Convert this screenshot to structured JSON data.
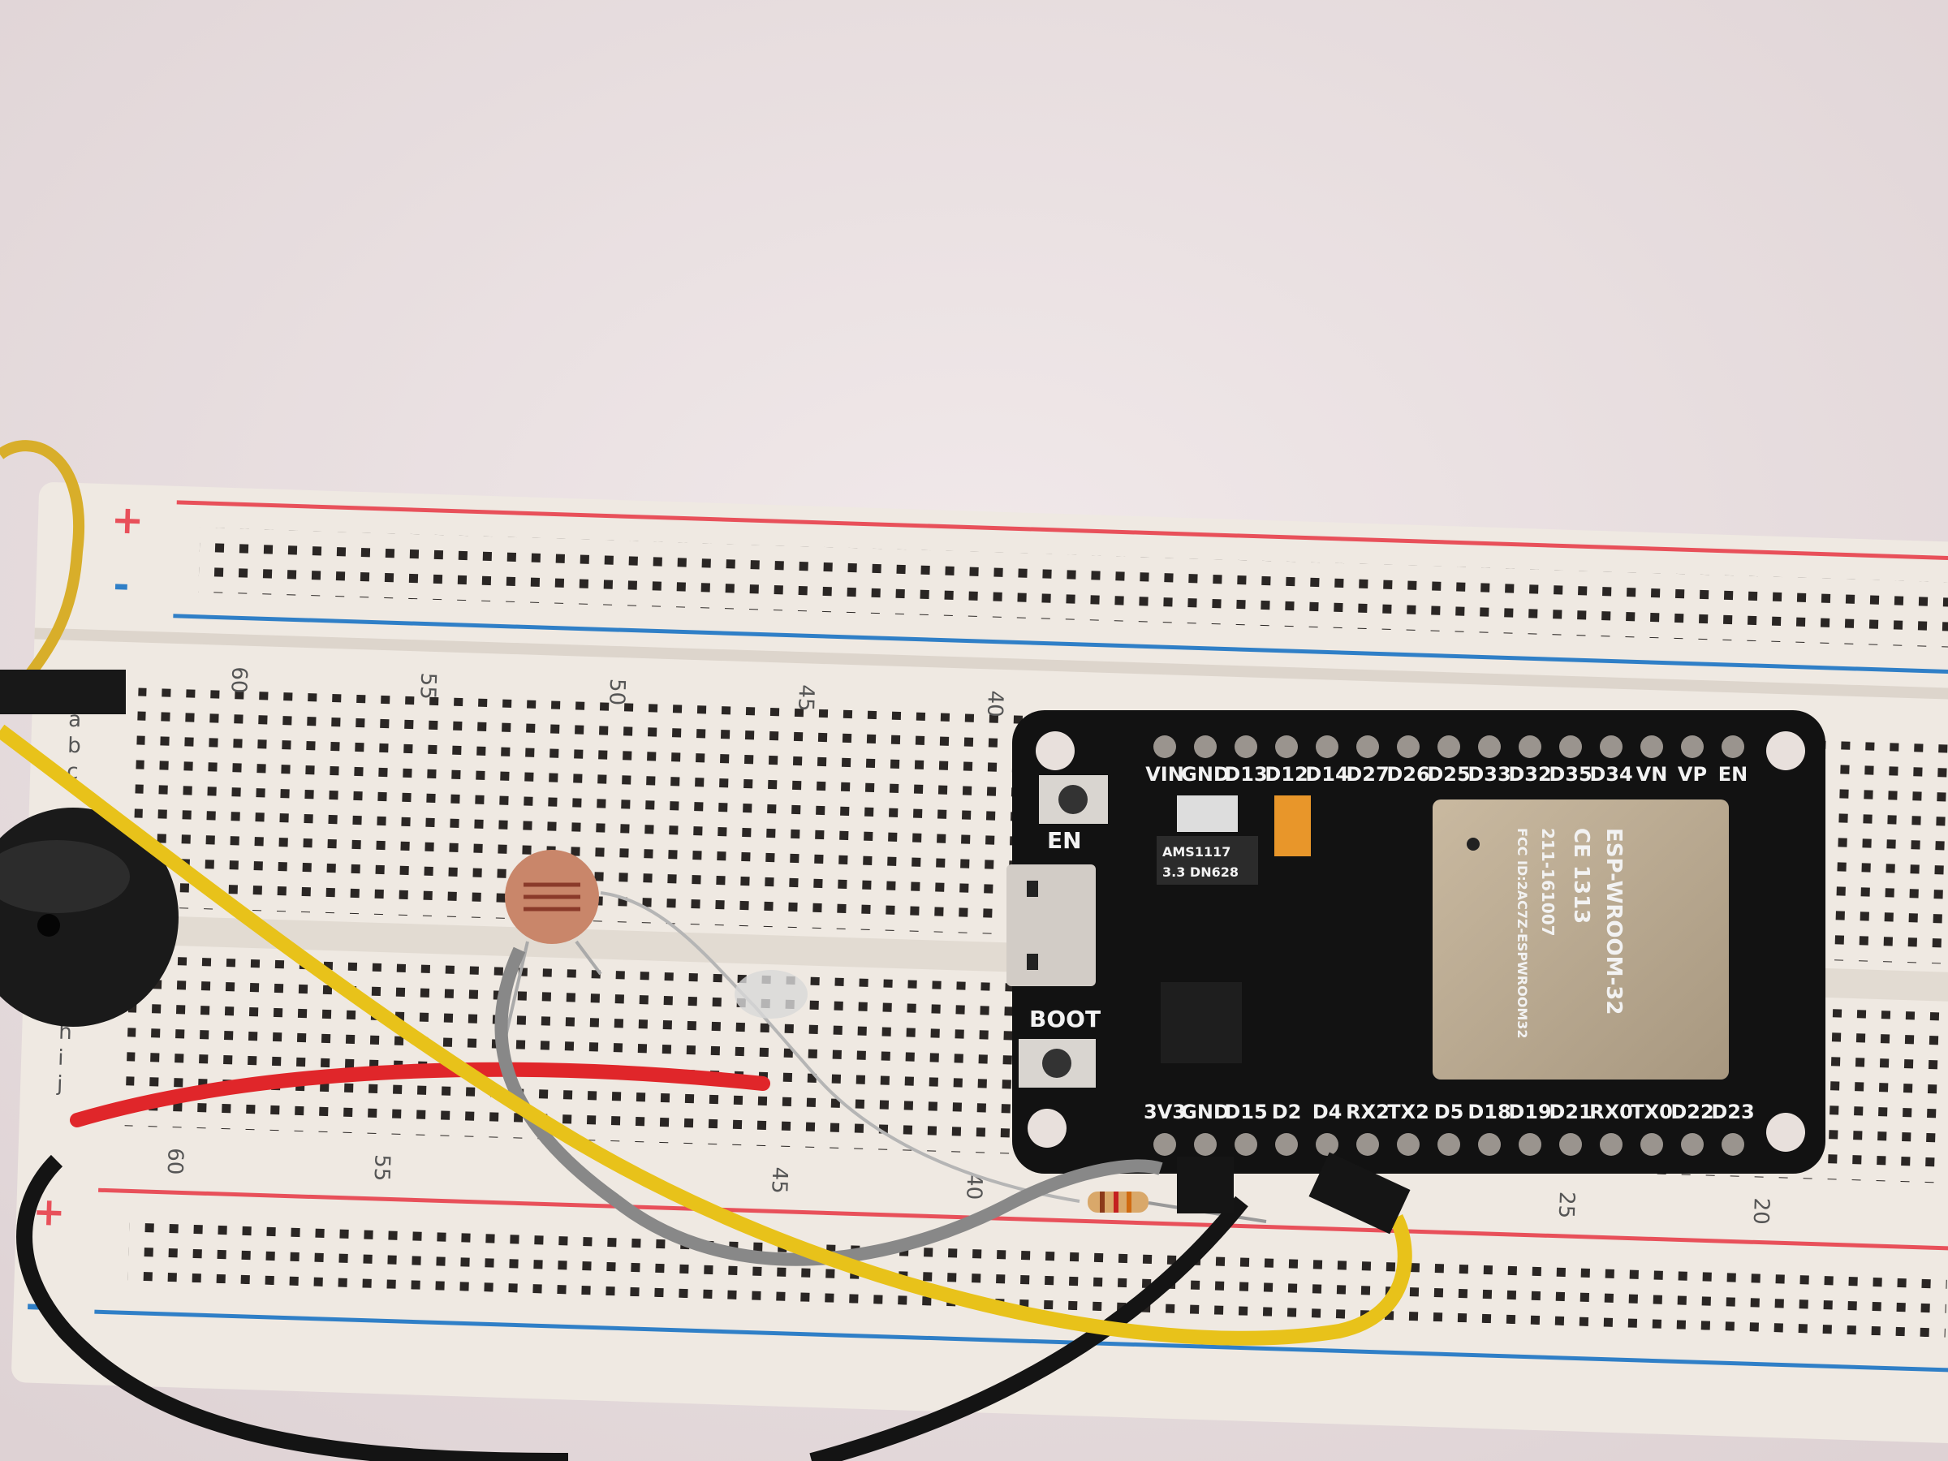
{
  "colors": {
    "table": "#e9dfe1",
    "breadboard": "#efe9e2",
    "rail_red": "#e8505a",
    "rail_blue": "#2f7fc7",
    "pcb": "#121212",
    "wire_yellow": "#e8c21a",
    "wire_red": "#e0262a",
    "wire_gray": "#8a8a8a",
    "wire_black": "#151515"
  },
  "breadboard": {
    "rail_top": {
      "plus": "+",
      "minus": "-"
    },
    "rail_bottom": {
      "plus": "+",
      "minus": "-"
    },
    "top_column_numbers": [
      "60",
      "55",
      "50",
      "45",
      "40"
    ],
    "bottom_column_numbers": [
      "60",
      "55",
      "45",
      "40",
      "25",
      "20"
    ],
    "row_letters_top": [
      "a",
      "b",
      "c"
    ],
    "row_letters_bottom": [
      "h",
      "i",
      "j"
    ]
  },
  "esp32_board": {
    "top_pins": [
      "VIN",
      "GND",
      "D13",
      "D12",
      "D14",
      "D27",
      "D26",
      "D25",
      "D33",
      "D32",
      "D35",
      "D34",
      "VN",
      "VP",
      "EN"
    ],
    "bottom_pins": [
      "3V3",
      "GND",
      "D15",
      "D2",
      "D4",
      "RX2",
      "TX2",
      "D5",
      "D18",
      "D19",
      "D21",
      "RX0",
      "TX0",
      "D22",
      "D23"
    ],
    "en_button_label": "EN",
    "boot_button_label": "BOOT",
    "regulator_text": [
      "AMS1117",
      "3.3 DN628"
    ],
    "module_text": [
      "ESP-WROOM-32",
      "CE 1313",
      "211-161007",
      "FCC ID:2AC7Z-ESPWROOM32"
    ]
  }
}
